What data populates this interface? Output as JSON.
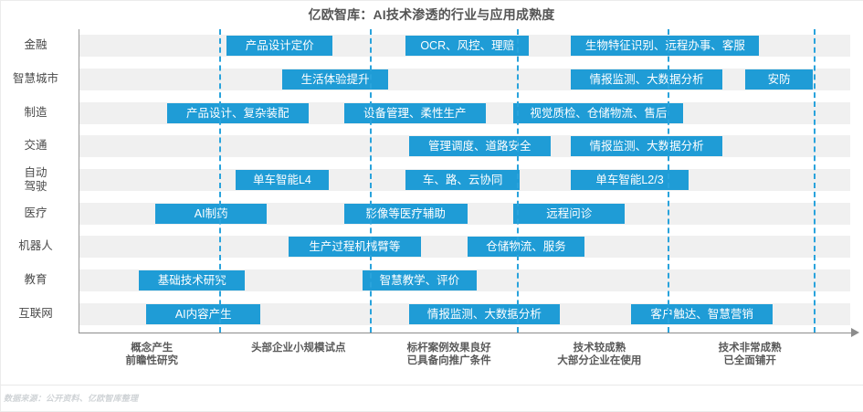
{
  "chart_data": {
    "type": "table",
    "title": "亿欧智库：AI技术渗透的行业与应用成熟度",
    "xlabel": "",
    "ylabel": "",
    "grid": true,
    "legend": "none",
    "accent_color": "#1f9cd6",
    "gridline_color": "#29a3dc",
    "band_color": "#f0f0f0",
    "x_axis": {
      "stages": [
        {
          "line1": "概念产生",
          "line2": "前瞻性研究",
          "center_pct": 9.5
        },
        {
          "line1": "头部企业小规模试点",
          "line2": "",
          "center_pct": 28.5
        },
        {
          "line1": "标杆案例效果良好",
          "line2": "已具备向推广条件",
          "center_pct": 48.0
        },
        {
          "line1": "技术较成熟",
          "line2": "大部分企业在使用",
          "center_pct": 67.5
        },
        {
          "line1": "技术非常成熟",
          "line2": "已全面铺开",
          "center_pct": 87.0
        }
      ],
      "gridline_pcts": [
        18.2,
        37.8,
        56.8,
        76.3,
        95.3
      ]
    },
    "categories": [
      {
        "label": "金融",
        "label2": ""
      },
      {
        "label": "智慧城市",
        "label2": ""
      },
      {
        "label": "制造",
        "label2": ""
      },
      {
        "label": "交通",
        "label2": ""
      },
      {
        "label": "自动",
        "label2": "驾驶"
      },
      {
        "label": "医疗",
        "label2": ""
      },
      {
        "label": "机器人",
        "label2": ""
      },
      {
        "label": "教育",
        "label2": ""
      },
      {
        "label": "互联网",
        "label2": ""
      }
    ],
    "rows": [
      {
        "category": "金融",
        "items": [
          {
            "text": "产品设计定价",
            "start_pct": 22.5,
            "width_pct": 17.2
          },
          {
            "text": "OCR、风控、理赔",
            "start_pct": 51.5,
            "width_pct": 20.0
          },
          {
            "text": "生物特征识别、远程办事、客服",
            "start_pct": 78.3,
            "width_pct": 30.5
          }
        ]
      },
      {
        "category": "智慧城市",
        "items": [
          {
            "text": "生活体验提升",
            "start_pct": 31.5,
            "width_pct": 17.2
          },
          {
            "text": "情报监测、大数据分析",
            "start_pct": 78.3,
            "width_pct": 24.5
          },
          {
            "text": "安防",
            "start_pct": 106.5,
            "width_pct": 11.0
          }
        ]
      },
      {
        "category": "制造",
        "items": [
          {
            "text": "产品设计、复杂装配",
            "start_pct": 12.8,
            "width_pct": 23.0
          },
          {
            "text": "设备管理、柔性生产",
            "start_pct": 41.5,
            "width_pct": 23.0
          },
          {
            "text": "视觉质检、仓储物流、售后",
            "start_pct": 69.0,
            "width_pct": 27.5
          }
        ]
      },
      {
        "category": "交通",
        "items": [
          {
            "text": "管理调度、道路安全",
            "start_pct": 52.0,
            "width_pct": 23.0
          },
          {
            "text": "情报监测、大数据分析",
            "start_pct": 78.3,
            "width_pct": 24.5
          }
        ]
      },
      {
        "category": "自动驾驶",
        "items": [
          {
            "text": "单车智能L4",
            "start_pct": 24.0,
            "width_pct": 15.0
          },
          {
            "text": "车、路、云协同",
            "start_pct": 51.5,
            "width_pct": 18.5
          },
          {
            "text": "单车智能L2/3",
            "start_pct": 78.3,
            "width_pct": 19.0
          }
        ]
      },
      {
        "category": "医疗",
        "items": [
          {
            "text": "AI制药",
            "start_pct": 11.0,
            "width_pct": 18.0
          },
          {
            "text": "影像等医疗辅助",
            "start_pct": 41.5,
            "width_pct": 20.0
          },
          {
            "text": "远程问诊",
            "start_pct": 69.0,
            "width_pct": 18.0
          }
        ]
      },
      {
        "category": "机器人",
        "items": [
          {
            "text": "生产过程机械臂等",
            "start_pct": 32.5,
            "width_pct": 21.5
          },
          {
            "text": "仓储物流、服务",
            "start_pct": 61.5,
            "width_pct": 19.0
          }
        ]
      },
      {
        "category": "教育",
        "items": [
          {
            "text": "基础技术研究",
            "start_pct": 8.3,
            "width_pct": 17.2
          },
          {
            "text": "智慧教学、评价",
            "start_pct": 44.5,
            "width_pct": 18.5
          }
        ]
      },
      {
        "category": "互联网",
        "items": [
          {
            "text": "AI内容产生",
            "start_pct": 9.5,
            "width_pct": 18.5
          },
          {
            "text": "情报监测、大数据分析",
            "start_pct": 52.0,
            "width_pct": 24.5
          },
          {
            "text": "客户触达、智慧营销",
            "start_pct": 88.0,
            "width_pct": 23.0
          }
        ]
      }
    ]
  },
  "footer": {
    "source_note": "数据来源：公开资料、亿欧智库整理"
  }
}
